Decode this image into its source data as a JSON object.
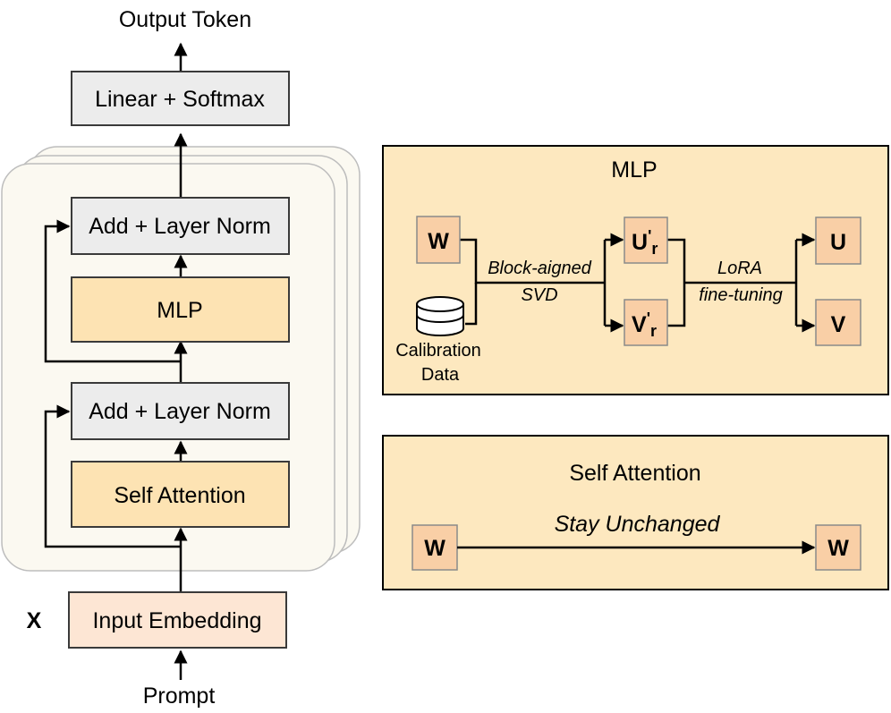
{
  "transformer": {
    "output_label": "Output Token",
    "linear_softmax": "Linear + Softmax",
    "add_norm_top": "Add + Layer Norm",
    "mlp": "MLP",
    "add_norm_bottom": "Add + Layer Norm",
    "self_attention": "Self Attention",
    "input_embedding": "Input Embedding",
    "x_label": "X",
    "prompt_label": "Prompt"
  },
  "mlp_panel": {
    "title": "MLP",
    "w_label": "W",
    "calibration_line1": "Calibration",
    "calibration_line2": "Data",
    "svd_line1": "Block-aigned",
    "svd_line2": "SVD",
    "ur_base": "U",
    "ur_prime": "'",
    "ur_sub": "r",
    "vr_base": "V",
    "vr_prime": "'",
    "vr_sub": "r",
    "lora_line1": "LoRA",
    "lora_line2": "fine-tuning",
    "u_label": "U",
    "v_label": "V"
  },
  "attn_panel": {
    "title": "Self Attention",
    "w_left": "W",
    "unchanged": "Stay Unchanged",
    "w_right": "W"
  },
  "colors": {
    "block_gray": "#ececec",
    "block_orange": "#fde3b3",
    "embedding": "#fde6d4",
    "stack_bg": "#fbf9f1",
    "panel_bg": "#fde8bf",
    "matrix_box": "#f9cfa6"
  }
}
